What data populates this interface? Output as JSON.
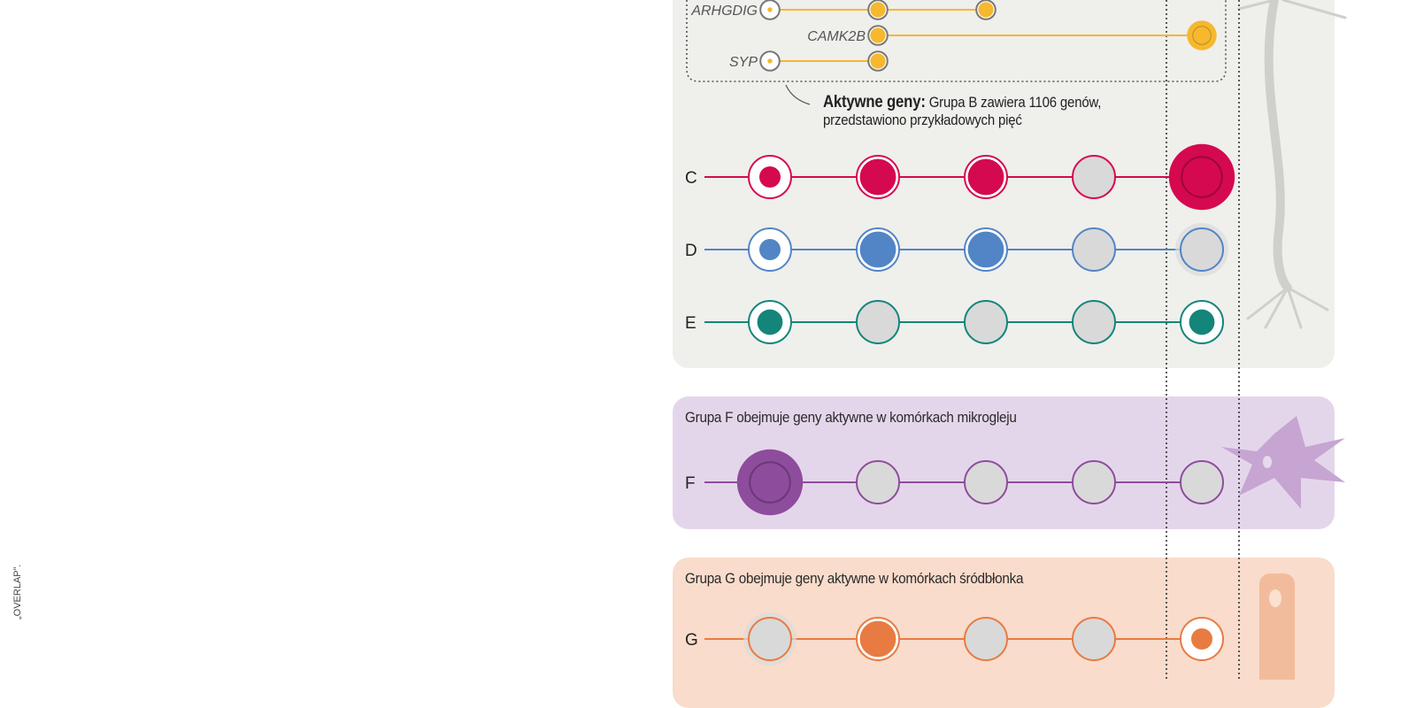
{
  "colors": {
    "C": "#d5094f",
    "D": "#5285c5",
    "E": "#13857a",
    "F": "#8e4c9d",
    "G": "#e87b42",
    "yellow": "#f5b82e",
    "empty": "#d9d9d9"
  },
  "side_text": "„OVERLAP”.",
  "group_b": {
    "genes": [
      {
        "name": "ARHGDIG",
        "nodes": [
          [
            "small",
            0
          ],
          [
            "fullsm",
            1
          ],
          [
            "fullsm",
            2
          ]
        ]
      },
      {
        "name": "CAMK2B",
        "nodes": [
          [
            "fullsm",
            1
          ],
          [
            "bigsm",
            4
          ]
        ]
      },
      {
        "name": "SYP",
        "nodes": [
          [
            "small",
            0
          ],
          [
            "fullsm",
            1
          ]
        ]
      }
    ],
    "note_bold": "Aktywne geny:",
    "note_line1": " Grupa B zawiera 1106 genów,",
    "note_line2": "przedstawiono przykładowych pięć"
  },
  "rows": [
    {
      "label": "C",
      "color": "C",
      "nodes": [
        "dot",
        "full",
        "full",
        "empty",
        "big"
      ]
    },
    {
      "label": "D",
      "color": "D",
      "nodes": [
        "dot",
        "full",
        "full",
        "empty",
        "halo"
      ]
    },
    {
      "label": "E",
      "color": "E",
      "nodes": [
        "mdot",
        "empty",
        "empty",
        "empty",
        "mdot"
      ]
    },
    {
      "label": "F",
      "color": "F",
      "nodes": [
        "big",
        "empty",
        "empty",
        "empty",
        "empty"
      ]
    },
    {
      "label": "G",
      "color": "G",
      "nodes": [
        "halo",
        "full",
        "empty",
        "empty",
        "dot"
      ]
    }
  ],
  "group_f_title": "Grupa F obejmuje geny aktywne w komórkach mikrogleju",
  "group_g_title": "Grupa G obejmuje geny aktywne w komórkach śródbłonka"
}
